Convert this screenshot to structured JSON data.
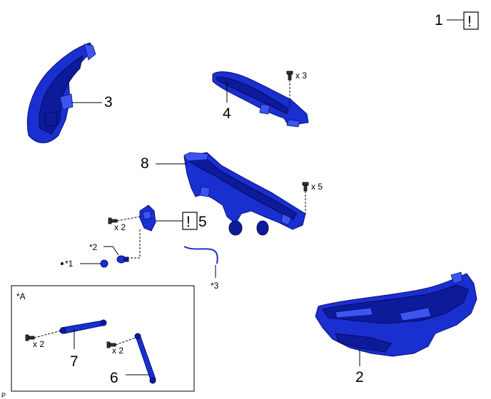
{
  "callouts": {
    "c1": "1",
    "c2": "2",
    "c3": "3",
    "c4": "4",
    "c5": "5",
    "c6": "6",
    "c7": "7",
    "c8": "8"
  },
  "warning_symbol": "!",
  "qty": {
    "x3": "x 3",
    "x5": "x 5",
    "x2_bracket": "x 2",
    "x2_inset_left": "x 2",
    "x2_inset_right": "x 2"
  },
  "notes": {
    "n1": "*1",
    "n2": "*2",
    "n3": "*3",
    "inset": "*A"
  },
  "corner_mark": "P",
  "colors": {
    "part_blue": "#1a2fd0",
    "line": "#000000"
  }
}
